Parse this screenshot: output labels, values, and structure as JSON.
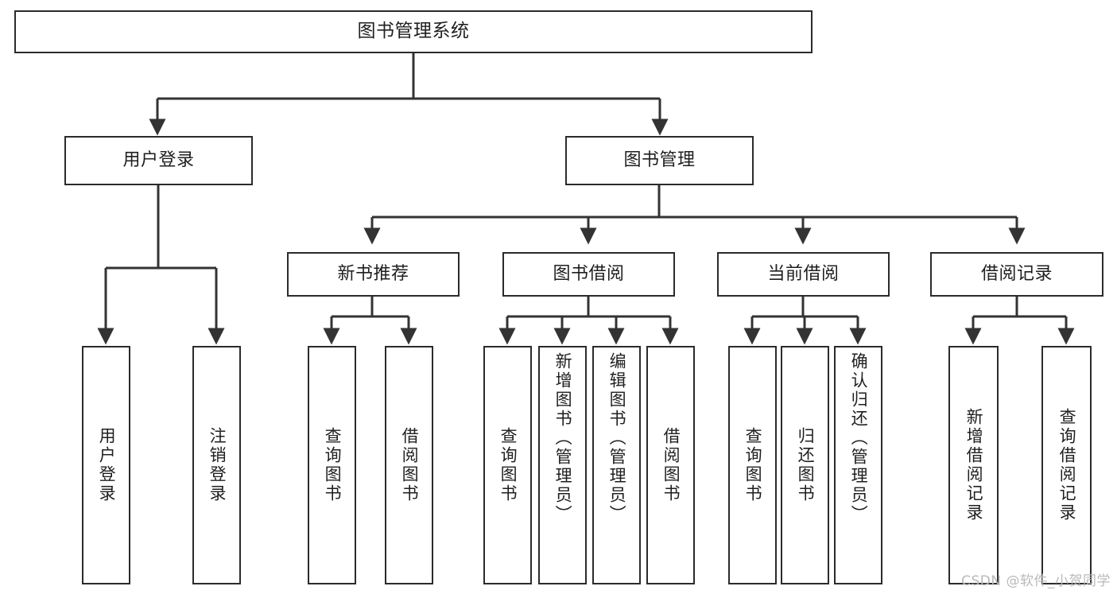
{
  "diagram": {
    "type": "tree",
    "title": "图书管理系统",
    "watermark": "CSDN @软件_小贺同学",
    "colors": {
      "box_border": "#2b2b2b",
      "box_fill": "#ffffff",
      "edge": "#333333",
      "text": "#1f1f1f",
      "watermark": "#b9b9b9"
    },
    "levels": {
      "root": "图书管理系统",
      "level2": [
        "用户登录",
        "图书管理"
      ],
      "level3": [
        "新书推荐",
        "图书借阅",
        "当前借阅",
        "借阅记录"
      ]
    },
    "nodes": {
      "root": {
        "label": "图书管理系统"
      },
      "user_login": {
        "label": "用户登录"
      },
      "book_manage": {
        "label": "图书管理"
      },
      "new_book_rec": {
        "label": "新书推荐"
      },
      "book_borrow": {
        "label": "图书借阅"
      },
      "current_borrow": {
        "label": "当前借阅"
      },
      "borrow_record": {
        "label": "借阅记录"
      },
      "leaf_user_login": {
        "label": "用户登录"
      },
      "leaf_logout": {
        "label": "注销登录"
      },
      "leaf_query_book_1": {
        "label": "查询图书"
      },
      "leaf_borrow_book_1": {
        "label": "借阅图书"
      },
      "leaf_query_book_2": {
        "label": "查询图书"
      },
      "leaf_add_book": {
        "label": "新增图书（管理员）"
      },
      "leaf_edit_book": {
        "label": "编辑图书（管理员）"
      },
      "leaf_borrow_book_2": {
        "label": "借阅图书"
      },
      "leaf_query_book_3": {
        "label": "查询图书"
      },
      "leaf_return_book": {
        "label": "归还图书"
      },
      "leaf_confirm_return": {
        "label": "确认归还（管理员）"
      },
      "leaf_add_record": {
        "label": "新增借阅记录"
      },
      "leaf_query_record": {
        "label": "查询借阅记录"
      }
    },
    "edges": [
      {
        "from": "root",
        "to": "user_login"
      },
      {
        "from": "root",
        "to": "book_manage"
      },
      {
        "from": "user_login",
        "to": "leaf_user_login"
      },
      {
        "from": "user_login",
        "to": "leaf_logout"
      },
      {
        "from": "book_manage",
        "to": "new_book_rec"
      },
      {
        "from": "book_manage",
        "to": "book_borrow"
      },
      {
        "from": "book_manage",
        "to": "current_borrow"
      },
      {
        "from": "book_manage",
        "to": "borrow_record"
      },
      {
        "from": "new_book_rec",
        "to": "leaf_query_book_1"
      },
      {
        "from": "new_book_rec",
        "to": "leaf_borrow_book_1"
      },
      {
        "from": "book_borrow",
        "to": "leaf_query_book_2"
      },
      {
        "from": "book_borrow",
        "to": "leaf_add_book"
      },
      {
        "from": "book_borrow",
        "to": "leaf_edit_book"
      },
      {
        "from": "book_borrow",
        "to": "leaf_borrow_book_2"
      },
      {
        "from": "current_borrow",
        "to": "leaf_query_book_3"
      },
      {
        "from": "current_borrow",
        "to": "leaf_return_book"
      },
      {
        "from": "current_borrow",
        "to": "leaf_confirm_return"
      },
      {
        "from": "borrow_record",
        "to": "leaf_add_record"
      },
      {
        "from": "borrow_record",
        "to": "leaf_query_record"
      }
    ]
  }
}
